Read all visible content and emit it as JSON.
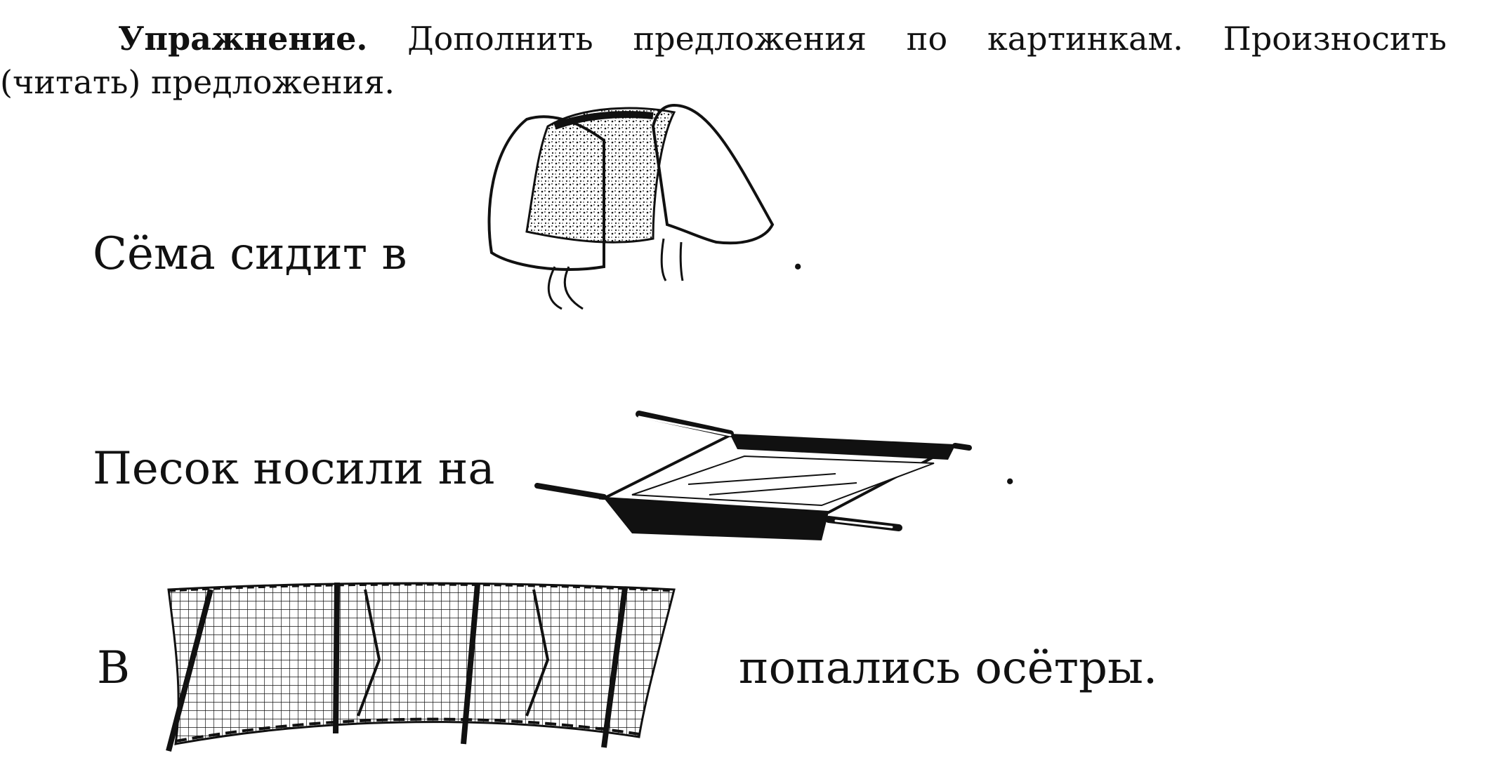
{
  "instruction": {
    "label": "Упражнение.",
    "text": " Дополнить предложения по картинкам. Произносить (читать) предложения."
  },
  "sentences": [
    {
      "before": "Сёма сидит в",
      "picture_icon": "saddle-icon",
      "after": "."
    },
    {
      "before": "Песок носили на",
      "picture_icon": "stretcher-icon",
      "after": "."
    },
    {
      "before": "В",
      "picture_icon": "fishing-net-icon",
      "after": "попались осётры."
    }
  ]
}
